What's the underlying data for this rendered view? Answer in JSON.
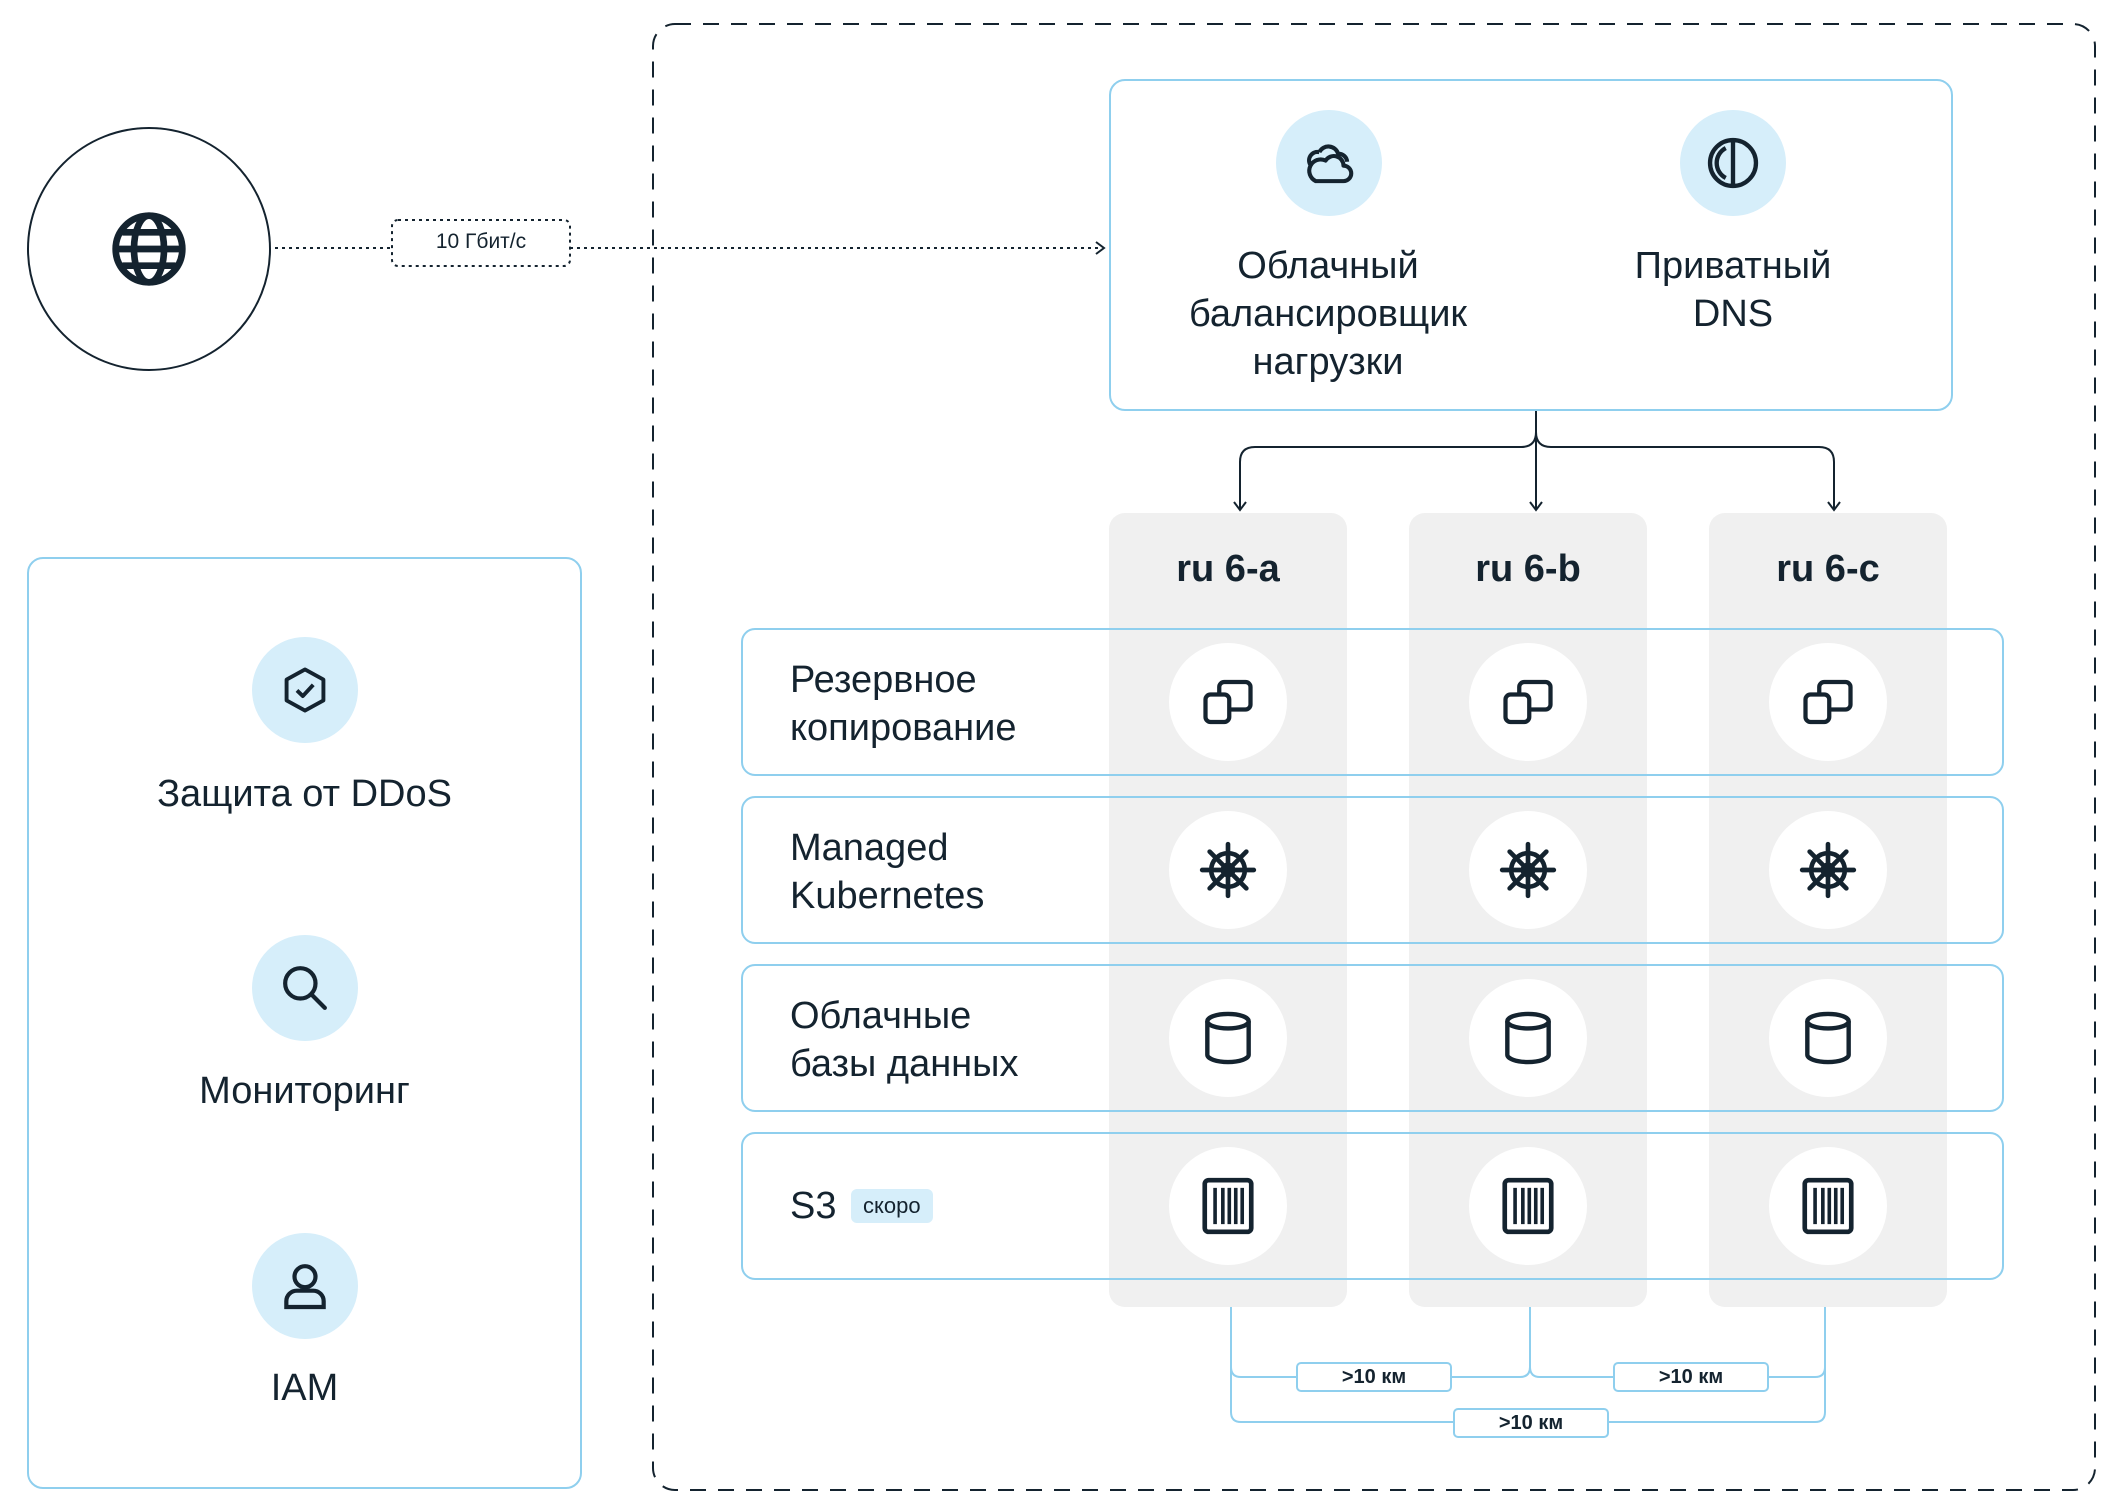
{
  "internet": {
    "icon": "globe-icon",
    "link_label": "10 Гбит/с"
  },
  "security_panel": {
    "items": [
      {
        "label": "Защита от DDoS",
        "icon": "shield-check-icon"
      },
      {
        "label": "Мониторинг",
        "icon": "search-icon"
      },
      {
        "label": "IAM",
        "icon": "user-icon"
      }
    ]
  },
  "top_services": {
    "load_balancer": {
      "line1": "Облачный",
      "line2": "балансировщик",
      "line3": "нагрузки",
      "icon": "cloud-icon"
    },
    "dns": {
      "line1": "Приватный",
      "line2": "DNS",
      "icon": "dns-icon"
    }
  },
  "zones": [
    "ru 6-a",
    "ru 6-b",
    "ru 6-c"
  ],
  "services": [
    {
      "line1": "Резервное",
      "line2": "копирование",
      "icon": "copy-icon"
    },
    {
      "line1": "Managed",
      "line2": "Kubernetes",
      "icon": "kubernetes-helm-icon"
    },
    {
      "line1": "Облачные",
      "line2": "базы данных",
      "icon": "database-icon"
    },
    {
      "line1": "S3",
      "badge": "скоро",
      "icon": "storage-bucket-icon"
    }
  ],
  "distances": [
    ">10 км",
    ">10 км",
    ">10 км"
  ],
  "colors": {
    "accent_border": "#8fcfee",
    "icon_bg": "#d6eefa",
    "zone_bg": "#f0f0f0",
    "text": "#14232f"
  }
}
